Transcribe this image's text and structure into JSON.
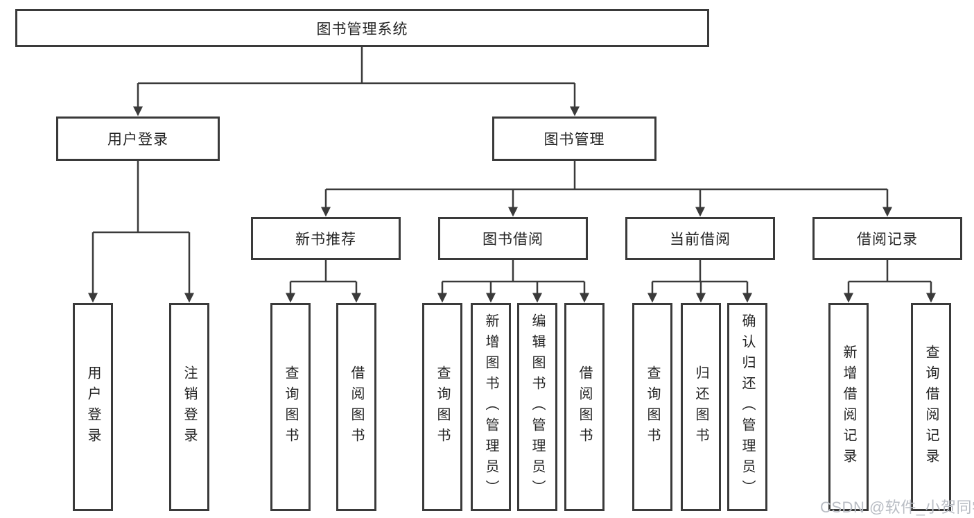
{
  "watermark": "CSDN @软件_小贺同学",
  "tree": {
    "label": "图书管理系统",
    "children": [
      {
        "label": "用户登录",
        "children": [
          {
            "label": "用户登录"
          },
          {
            "label": "注销登录"
          }
        ]
      },
      {
        "label": "图书管理",
        "children": [
          {
            "label": "新书推荐",
            "children": [
              {
                "label": "查询图书"
              },
              {
                "label": "借阅图书"
              }
            ]
          },
          {
            "label": "图书借阅",
            "children": [
              {
                "label": "查询图书"
              },
              {
                "label": "新增图书（管理员）"
              },
              {
                "label": "编辑图书（管理员）"
              },
              {
                "label": "借阅图书"
              }
            ]
          },
          {
            "label": "当前借阅",
            "children": [
              {
                "label": "查询图书"
              },
              {
                "label": "归还图书"
              },
              {
                "label": "确认归还（管理员）"
              }
            ]
          },
          {
            "label": "借阅记录",
            "children": [
              {
                "label": "新增借阅记录"
              },
              {
                "label": "查询借阅记录"
              }
            ]
          }
        ]
      }
    ]
  },
  "colors": {
    "line": "#3a3a3a",
    "text": "#242424",
    "watermark": "#b9bdc4",
    "background": "#ffffff"
  }
}
